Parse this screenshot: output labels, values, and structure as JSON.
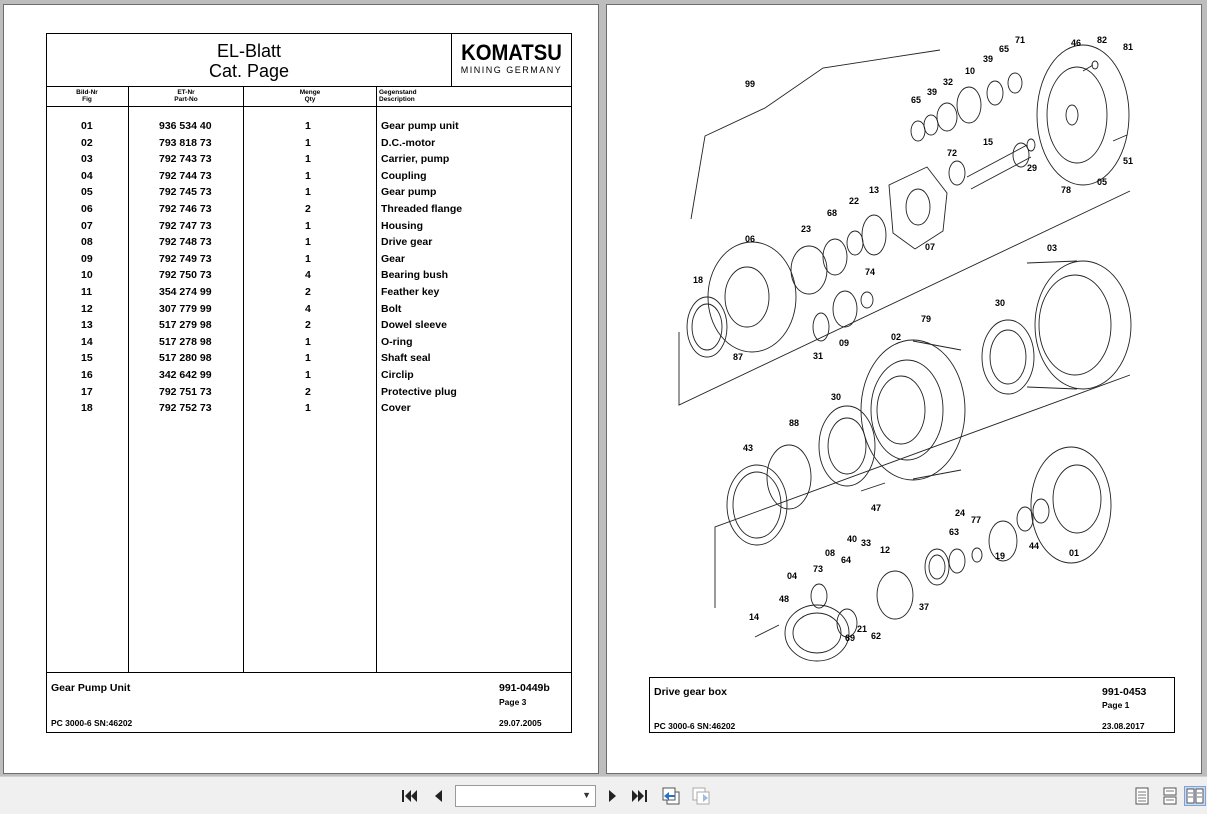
{
  "left_page": {
    "title_line1": "EL-Blatt",
    "title_line2": "Cat. Page",
    "logo_main": "KOMATSU",
    "logo_sub": "MINING GERMANY",
    "columns": [
      {
        "de": "Bild-Nr",
        "en": "Fig"
      },
      {
        "de": "ET-Nr",
        "en": "Part-No"
      },
      {
        "de": "Menge",
        "en": "Qty"
      },
      {
        "de": "Gegenstand",
        "en": "Description"
      }
    ],
    "rows": [
      {
        "fig": "01",
        "part": "936 534 40",
        "qty": "1",
        "desc": "Gear pump unit"
      },
      {
        "fig": "02",
        "part": "793 818 73",
        "qty": "1",
        "desc": "D.C.-motor"
      },
      {
        "fig": "03",
        "part": "792 743 73",
        "qty": "1",
        "desc": "Carrier, pump"
      },
      {
        "fig": "04",
        "part": "792 744 73",
        "qty": "1",
        "desc": "Coupling"
      },
      {
        "fig": "05",
        "part": "792 745 73",
        "qty": "1",
        "desc": "Gear pump"
      },
      {
        "fig": "06",
        "part": "792 746 73",
        "qty": "2",
        "desc": "Threaded flange"
      },
      {
        "fig": "07",
        "part": "792 747 73",
        "qty": "1",
        "desc": "Housing"
      },
      {
        "fig": "08",
        "part": "792 748 73",
        "qty": "1",
        "desc": "Drive gear"
      },
      {
        "fig": "09",
        "part": "792 749 73",
        "qty": "1",
        "desc": "Gear"
      },
      {
        "fig": "10",
        "part": "792 750 73",
        "qty": "4",
        "desc": "Bearing bush"
      },
      {
        "fig": "11",
        "part": "354 274 99",
        "qty": "2",
        "desc": "Feather key"
      },
      {
        "fig": "12",
        "part": "307 779 99",
        "qty": "4",
        "desc": "Bolt"
      },
      {
        "fig": "13",
        "part": "517 279 98",
        "qty": "2",
        "desc": "Dowel sleeve"
      },
      {
        "fig": "14",
        "part": "517 278 98",
        "qty": "1",
        "desc": "O-ring"
      },
      {
        "fig": "15",
        "part": "517 280 98",
        "qty": "1",
        "desc": "Shaft seal"
      },
      {
        "fig": "16",
        "part": "342 642 99",
        "qty": "1",
        "desc": "Circlip"
      },
      {
        "fig": "17",
        "part": "792 751 73",
        "qty": "2",
        "desc": "Protective plug"
      },
      {
        "fig": "18",
        "part": "792 752 73",
        "qty": "1",
        "desc": "Cover"
      }
    ],
    "footer": {
      "name": "Gear Pump Unit",
      "doc": "991-0449b",
      "page": "Page 3",
      "machine": "PC 3000-6 SN:46202",
      "date": "29.07.2005"
    }
  },
  "right_page": {
    "callouts": [
      "99",
      "65",
      "39",
      "32",
      "10",
      "39",
      "65",
      "71",
      "46",
      "82",
      "81",
      "15",
      "72",
      "29",
      "78",
      "05",
      "51",
      "22",
      "13",
      "68",
      "23",
      "06",
      "07",
      "74",
      "03",
      "18",
      "87",
      "31",
      "09",
      "30",
      "02",
      "79",
      "30",
      "88",
      "43",
      "47",
      "24",
      "77",
      "63",
      "44",
      "19",
      "01",
      "40",
      "33",
      "64",
      "08",
      "12",
      "73",
      "04",
      "48",
      "14",
      "69",
      "21",
      "62",
      "37"
    ],
    "footer": {
      "name": "Drive gear box",
      "doc": "991-0453",
      "page": "Page 1",
      "machine": "PC 3000-6 SN:46202",
      "date": "23.08.2017"
    }
  },
  "toolbar": {
    "first_page_icon": "first-page-icon",
    "prev_page_icon": "prev-page-icon",
    "page_select_value": "",
    "next_page_icon": "next-page-icon",
    "last_page_icon": "last-page-icon",
    "back_icon": "go-back-icon",
    "forward_icon": "go-forward-icon",
    "view_single_icon": "single-page-view-icon",
    "view_continuous_icon": "continuous-view-icon",
    "view_facing_icon": "facing-pages-view-icon"
  }
}
